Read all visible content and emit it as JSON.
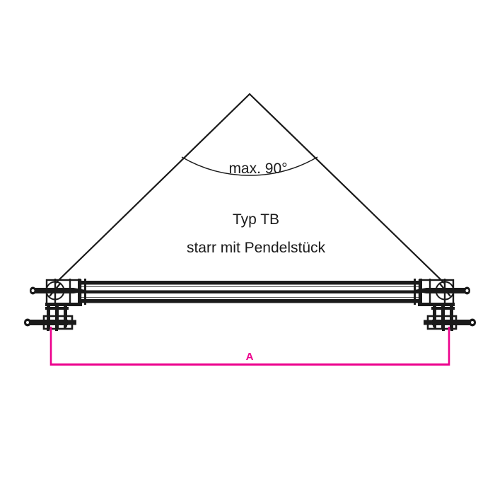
{
  "drawing": {
    "title_lines": {
      "angle_label": "max. 90°",
      "type_label": "Typ TB",
      "description_label": "starr mit Pendelstück"
    },
    "dimension": {
      "letter": "A"
    },
    "colors": {
      "linework": "#1a1a1a",
      "dimension": "#ec008c",
      "background": "#ffffff"
    },
    "parts": {
      "sling_leg_left": "sling-leg-left",
      "sling_leg_right": "sling-leg-right",
      "angle_arc": "angle-arc",
      "spreader_beam": "spreader-beam",
      "end_fitting_left": "end-fitting-left",
      "end_fitting_right": "end-fitting-right",
      "pendulum_left": "pendulum-left",
      "pendulum_right": "pendulum-right",
      "shackle_left": "shackle-left",
      "shackle_right": "shackle-right"
    }
  }
}
